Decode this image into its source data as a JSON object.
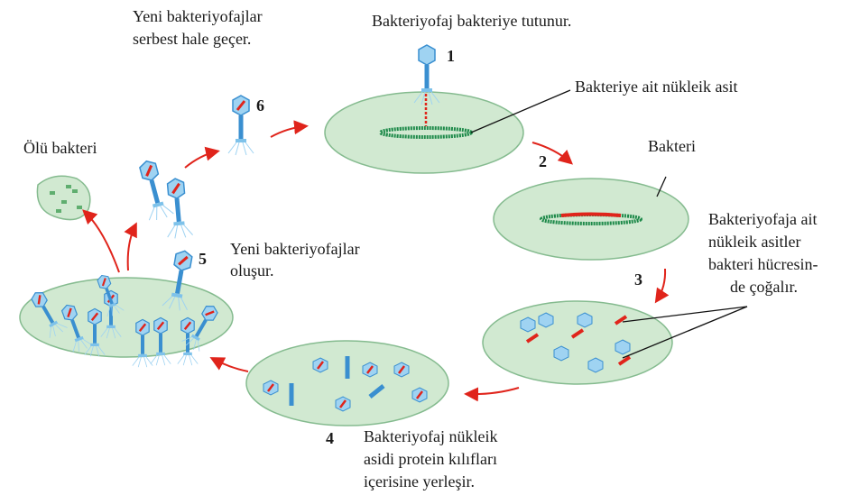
{
  "title_top_left": [
    "Yeni bakteriyofajlar",
    "serbest hale geçer."
  ],
  "title_top": "Bakteriyofaj bakteriye tutunur.",
  "labels": {
    "bacterial_nucleic_acid": "Bakteriye ait nükleik asit",
    "bacterium": "Bakteri",
    "dead_bacterium": "Ölü bakteri",
    "phage_nucleic_acids": [
      "Bakteriyofaja ait",
      "nükleik asitler",
      "bakteri hücresin-",
      "de çoğalır."
    ],
    "new_phages_form": [
      "Yeni bakteriyofajlar",
      "oluşur."
    ],
    "assembly": [
      "Bakteriyofaj nükleik",
      "asidi protein kılıfları",
      "içerisine yerleşir."
    ]
  },
  "steps": [
    "1",
    "2",
    "3",
    "4",
    "5",
    "6"
  ],
  "colors": {
    "cell": "#cfe8cf",
    "arrow": "#e0241b",
    "phage": "#3a8fd0",
    "bacterial_dna": "#1e8a4a",
    "phage_dna": "#e0241b"
  }
}
